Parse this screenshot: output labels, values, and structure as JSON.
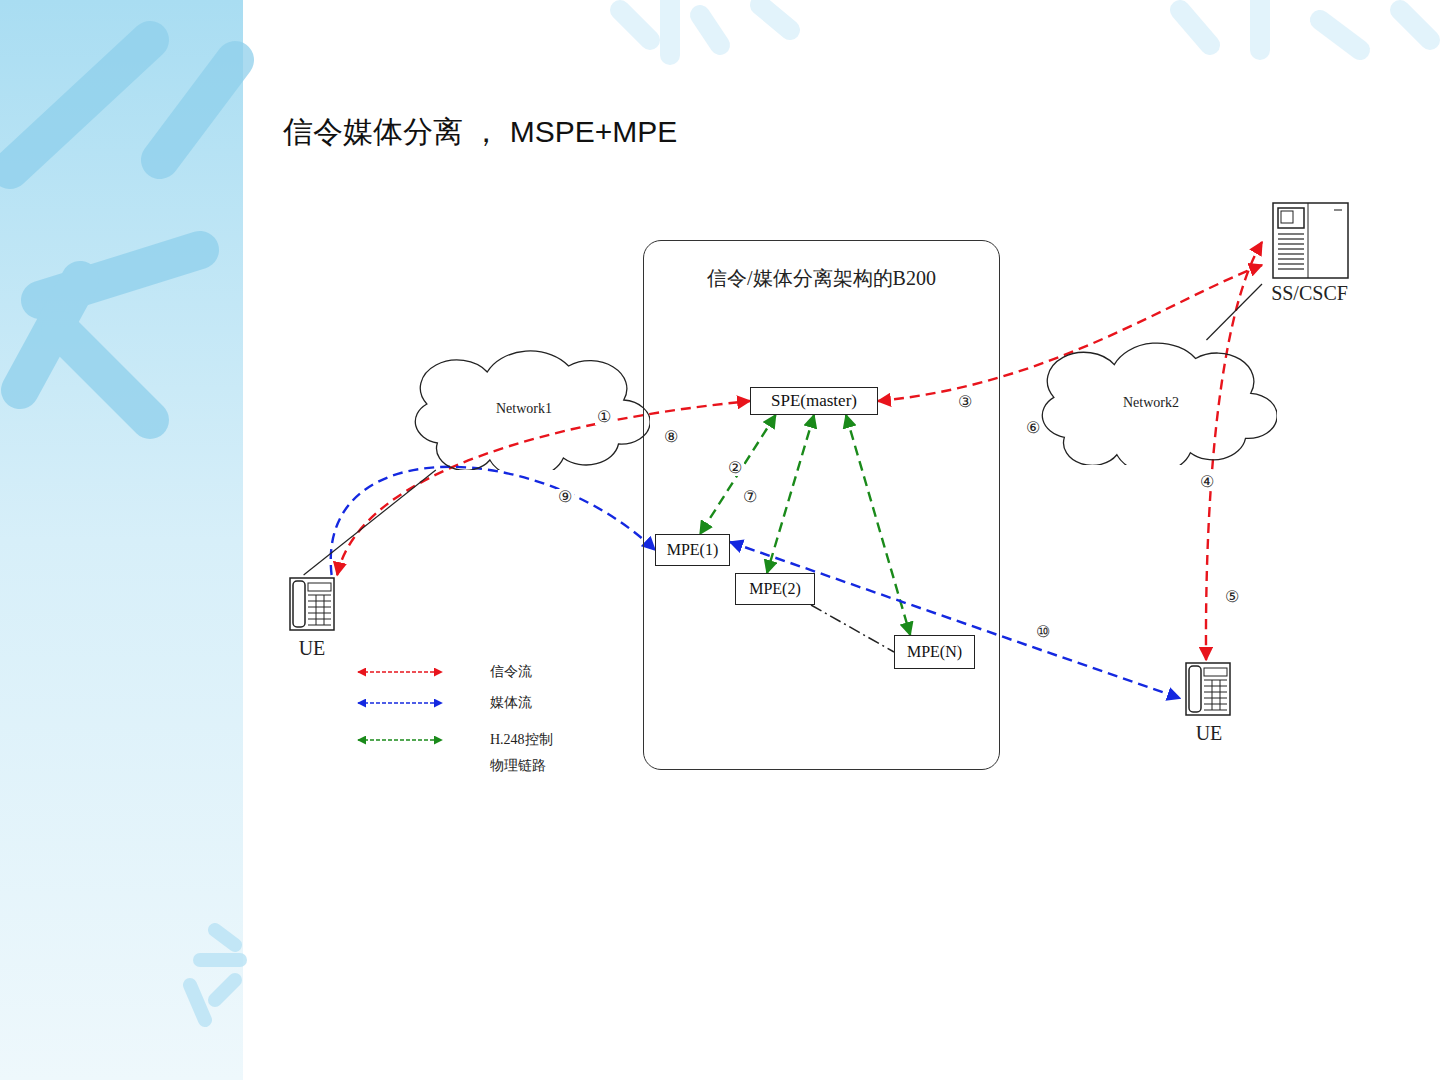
{
  "diagram": {
    "title": "信令媒体分离 ， MSPE+MPE",
    "nodes": [
      {
        "text": [
          "信令/媒体分离架构的B200"
        ]
      },
      {
        "text": [
          "SPE(master)"
        ],
        "in": 0
      },
      {
        "text": [
          "MPE(1)"
        ],
        "in": 0
      },
      {
        "text": [
          "MPE(2)"
        ],
        "in": 0
      },
      {
        "text": [
          "MPE(N)"
        ],
        "in": 0
      },
      {
        "text": [
          "Network1"
        ]
      },
      {
        "text": [
          "Network2"
        ]
      },
      {
        "text": [
          "SS/CSCF"
        ]
      },
      {
        "text": [
          "UE"
        ]
      },
      {
        "text": [
          "UE"
        ]
      }
    ],
    "edges": [
      {
        "from": 8,
        "to": 1,
        "arrow": "both"
      },
      {
        "from": 1,
        "to": 7,
        "arrow": "both"
      },
      {
        "from": 7,
        "to": 9,
        "arrow": "both"
      },
      {
        "from": 1,
        "to": 2,
        "arrow": "both"
      },
      {
        "from": 1,
        "to": 3,
        "arrow": "both"
      },
      {
        "from": 1,
        "to": 4,
        "arrow": "both"
      },
      {
        "from": 8,
        "to": 2,
        "arrow": "to"
      },
      {
        "from": 2,
        "to": 9,
        "arrow": "both"
      },
      {
        "from": 3,
        "to": 4,
        "arrow": "none"
      },
      {
        "from": 5,
        "to": 8,
        "arrow": "none"
      },
      {
        "from": 6,
        "to": 7,
        "arrow": "none"
      }
    ],
    "labels": [
      "①",
      "②",
      "③",
      "④",
      "⑤",
      "⑥",
      "⑦",
      "⑧",
      "⑨",
      "⑩"
    ],
    "legend": [
      {
        "text": "信令流",
        "color": "#e8141c"
      },
      {
        "text": "媒体流",
        "color": "#1428e0"
      },
      {
        "text": "H.248控制",
        "color": "#1a8a1a"
      },
      {
        "text": "物理链路"
      }
    ]
  }
}
